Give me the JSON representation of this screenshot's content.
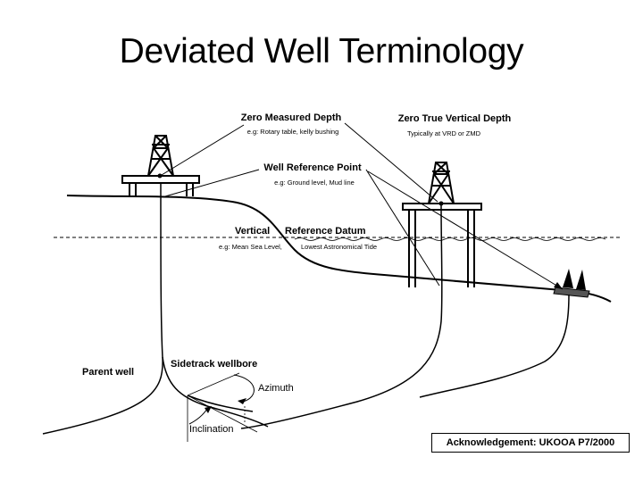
{
  "title": "Deviated Well Terminology",
  "labels": {
    "zero_measured_depth": "Zero Measured Depth",
    "zero_measured_depth_eg": "e.g: Rotary table, kelly bushing",
    "zero_tvd": "Zero True Vertical Depth",
    "zero_tvd_eg": "Typically at VRD or ZMD",
    "well_reference_point": "Well Reference Point",
    "well_reference_point_eg": "e.g: Ground level, Mud line",
    "vertical": "Vertical",
    "reference_datum": "Reference Datum",
    "msl_eg": "e.g: Mean Sea Level,",
    "lat_eg": "Lowest Astronomical Tide",
    "parent_well": "Parent well",
    "sidetrack_wellbore": "Sidetrack wellbore",
    "azimuth": "Azimuth",
    "inclination": "Inclination"
  },
  "acknowledgement": "Acknowledgement: UKOOA P7/2000"
}
